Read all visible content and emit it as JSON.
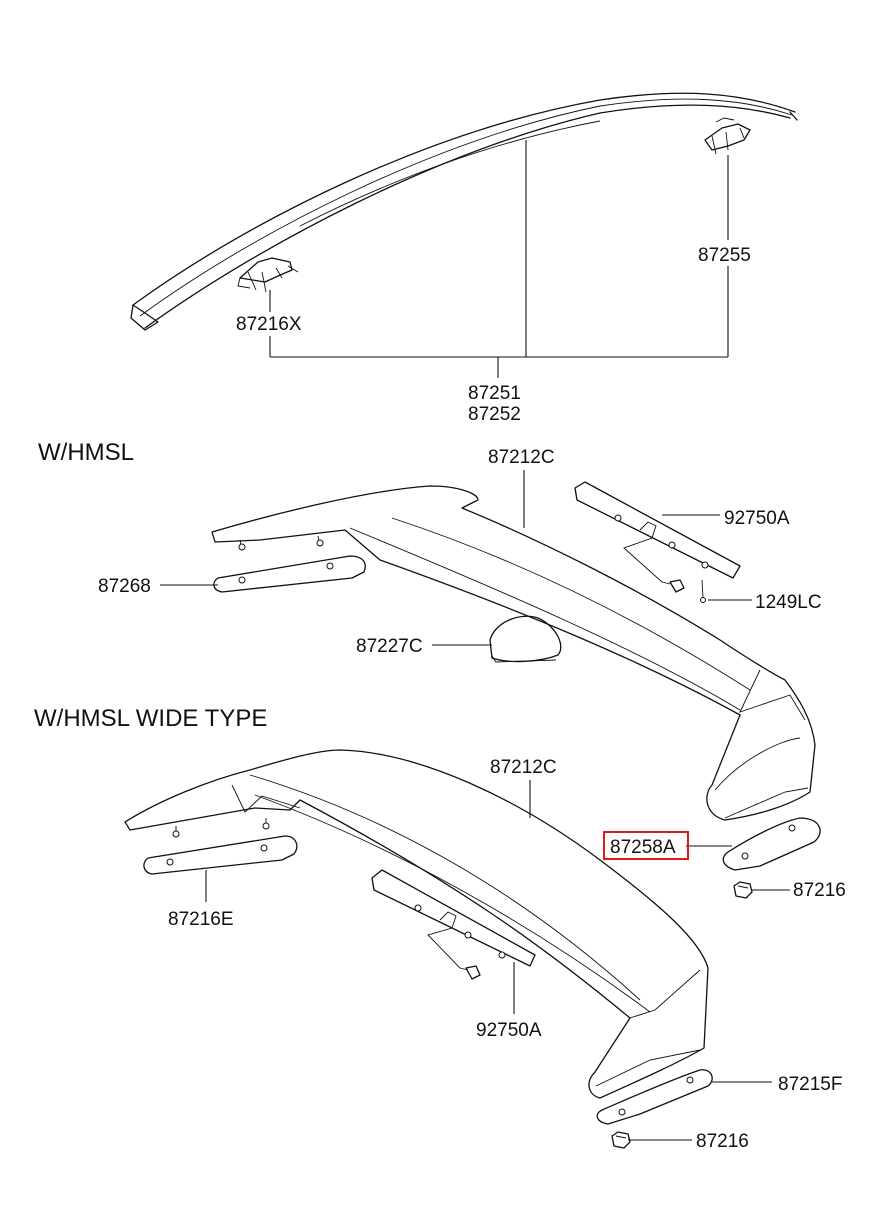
{
  "labels": {
    "p87216X": "87216X",
    "p87255": "87255",
    "p87251": "87251",
    "p87252": "87252",
    "p87212C_top": "87212C",
    "p92750A_top": "92750A",
    "p87268": "87268",
    "p1249LC": "1249LC",
    "p87227C": "87227C",
    "p87212C_wide": "87212C",
    "p87258A": "87258A",
    "p87216_top": "87216",
    "p87216E": "87216E",
    "p92750A_wide": "92750A",
    "p87215F": "87215F",
    "p87216_bottom": "87216"
  },
  "headings": {
    "whmsl": "W/HMSL",
    "whmsl_wide": "W/HMSL WIDE TYPE"
  },
  "highlight": {
    "part": "87258A",
    "color": "#e0191e"
  }
}
